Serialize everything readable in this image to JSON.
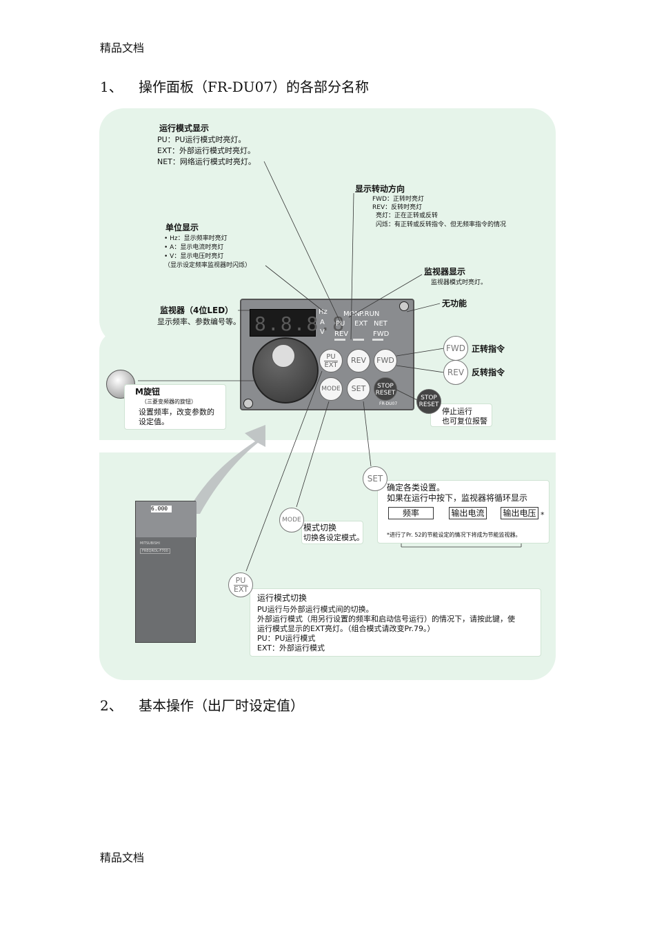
{
  "header": "精品文档",
  "footer": "精品文档",
  "sections": [
    {
      "num": "1、",
      "title": "操作面板（FR-DU07）的各部分名称"
    },
    {
      "num": "2、",
      "title": "基本操作（出厂时设定值）"
    }
  ],
  "callouts": {
    "run_mode": {
      "title": "运行模式显示",
      "lines": [
        "PU：PU运行模式时亮灯。",
        "EXT：外部运行模式时亮灯。",
        "NET：网络运行模式时亮灯。"
      ]
    },
    "rotation": {
      "title": "显示转动方向",
      "lines": [
        "FWD：正转时亮灯",
        "REV：反转时亮灯",
        "亮灯：正在正转或反转",
        "闪烁：有正转或反转指令、但无频率指令的情况"
      ]
    },
    "unit": {
      "title": "单位显示",
      "lines": [
        "• Hz：显示频率时亮灯",
        "• A：显示电流时亮灯",
        "• V：显示电压时亮灯",
        "（显示设定频率监视器时闪烁）"
      ]
    },
    "monitor_disp": {
      "title": "监视器显示",
      "line": "监视器模式时亮灯。"
    },
    "no_function": "无功能",
    "monitor": {
      "title": "监视器（4位LED）",
      "line": "显示频率、参数编号等。"
    },
    "fwd": {
      "btn": "FWD",
      "label": "正转指令"
    },
    "rev": {
      "btn": "REV",
      "label": "反转指令"
    },
    "dial": {
      "title": "M旋钮",
      "sub": "（三菱变频器的旋钮）",
      "lines": [
        "设置频率，改变参数的",
        "设定值。"
      ]
    },
    "stop": {
      "btn1": "STOP",
      "btn2": "RESET",
      "lines": [
        "停止运行",
        "也可复位报警"
      ]
    },
    "set": {
      "btn": "SET",
      "lines": [
        "确定各类设置。",
        "如果在运行中按下，监视器将循环显示"
      ],
      "flow": [
        "频率",
        "输出电流",
        "输出电压"
      ],
      "note": "*进行了Pr. 52的节能设定的情况下将成为节能监视器。"
    },
    "mode": {
      "btn": "MODE",
      "title": "模式切换",
      "line": "切换各设定模式。"
    },
    "puext": {
      "btn1": "PU",
      "btn2": "EXT",
      "title": "运行模式切换",
      "lines": [
        "PU运行与外部运行模式间的切换。",
        "外部运行模式（用另行设置的频率和启动信号运行）的情况下，请按此键，使",
        "运行模式显示的EXT亮灯。（组合模式请改变Pr.79。）",
        "PU：PU运行模式",
        "EXT：外部运行模式"
      ]
    }
  },
  "panel": {
    "lcd": "8.8.8.8",
    "units": [
      "Hz",
      "A",
      "V"
    ],
    "indicators": {
      "mon": "MON",
      "prun": "P.RUN",
      "pu": "PU",
      "ext": "EXT",
      "net": "NET",
      "rev": "REV",
      "fwd": "FWD"
    },
    "buttons": {
      "pu": "PU",
      "ext": "EXT",
      "rev": "REV",
      "fwd": "FWD",
      "mode": "MODE",
      "set": "SET",
      "stop": "STOP",
      "reset": "RESET"
    },
    "model": "FR-DU07"
  },
  "inverter": {
    "lcd": "6.000",
    "brand": "MITSUBISHI",
    "series": "FREQROL-F700"
  }
}
